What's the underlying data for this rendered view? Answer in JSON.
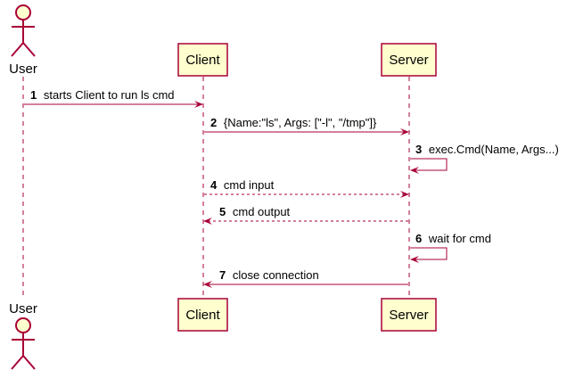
{
  "participants": {
    "user": {
      "label": "User"
    },
    "client": {
      "label": "Client"
    },
    "server": {
      "label": "Server"
    }
  },
  "messages": [
    {
      "number": "1",
      "text": "starts Client to run ls cmd",
      "style": "solid"
    },
    {
      "number": "2",
      "text": "{Name:\"ls\", Args: [\"-l\", \"/tmp\"]}",
      "style": "solid"
    },
    {
      "number": "3",
      "text": "exec.Cmd(Name, Args...)",
      "style": "self"
    },
    {
      "number": "4",
      "text": "cmd input",
      "style": "dashed"
    },
    {
      "number": "5",
      "text": "cmd output",
      "style": "dashed"
    },
    {
      "number": "6",
      "text": "wait for cmd",
      "style": "self"
    },
    {
      "number": "7",
      "text": "close connection",
      "style": "solid"
    }
  ],
  "colors": {
    "line": "#a80036",
    "box_fill": "#fefece",
    "box_border": "#a80036"
  }
}
